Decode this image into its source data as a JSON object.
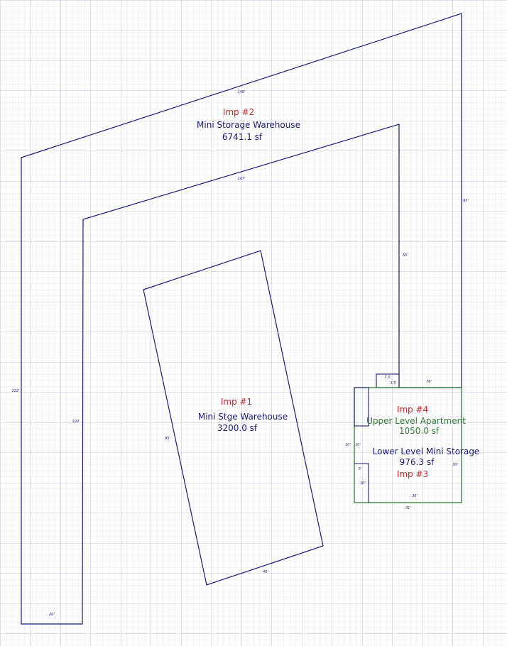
{
  "colors": {
    "background": "#ffffff",
    "grid_minor": "#d6dceb",
    "grid_major": "#aeb8d2",
    "outline": "#1a1a7a",
    "imp_label": "#c62828",
    "apartment": "#2e7d32",
    "text": "#1a1a7a"
  },
  "imp2": {
    "label": "Imp #2",
    "name": "Mini Storage Warehouse",
    "area": "6741.1 sf"
  },
  "imp1": {
    "label": "Imp #1",
    "name": "Mini Stge Warehouse",
    "area": "3200.0 sf"
  },
  "imp4": {
    "label": "Imp #4",
    "name": "Upper Level Apartment",
    "area": "1050.0 sf"
  },
  "imp3": {
    "label": "Imp #3",
    "name": "Lower Level Mini Storage",
    "area": "976.3 sf"
  },
  "dims": {
    "outer_top": "149'",
    "outer_left": "122'",
    "outer_right": "93'",
    "inner_top": "107'",
    "inner_left": "100'",
    "inner_right": "65'",
    "bottom_leg": "20'",
    "step_top": "7.5'",
    "step_bottom": "3.5'",
    "box_top": "76'",
    "imp1_left": "95'",
    "imp1_bottom": "40'",
    "box_right": "30'",
    "box_bottom": "31'",
    "box_inner_bottom": "30'",
    "box_left_upper": "10'",
    "box_left_outer": "10'",
    "box_small_top": "5'",
    "box_small_side": "10'"
  }
}
